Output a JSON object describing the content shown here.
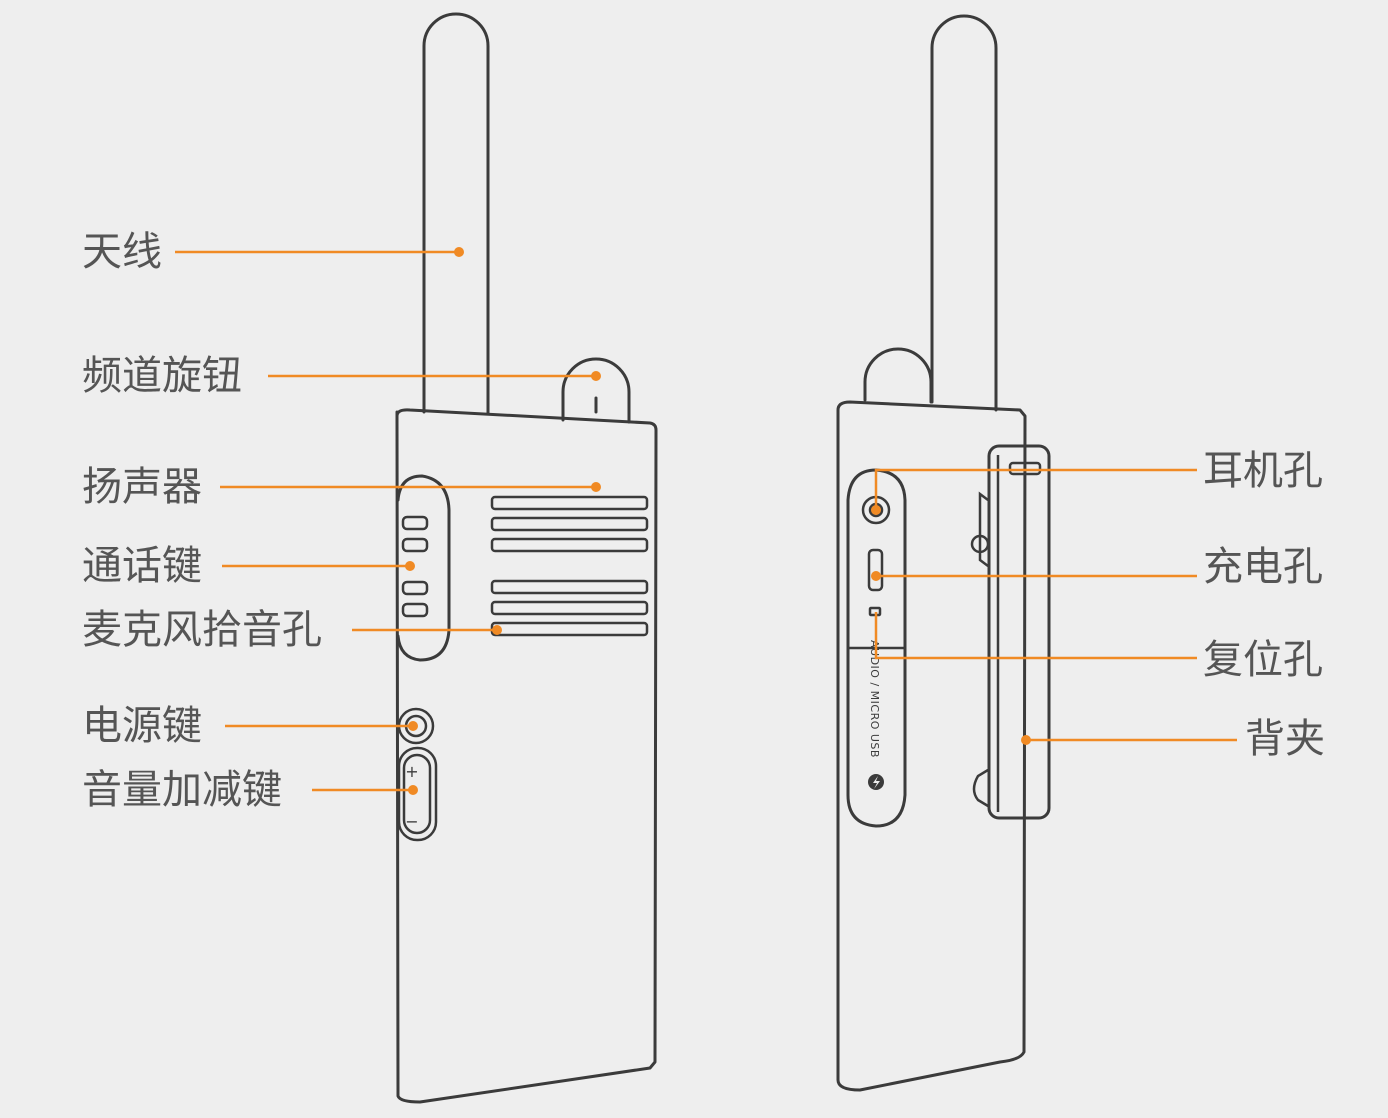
{
  "labels": {
    "antenna": "天线",
    "channel_knob": "频道旋钮",
    "speaker": "扬声器",
    "talk_key": "通话键",
    "mic_hole": "麦克风拾音孔",
    "power_key": "电源键",
    "volume_key": "音量加减键",
    "earphone_hole": "耳机孔",
    "charge_hole": "充电孔",
    "reset_hole": "复位孔",
    "back_clip": "背夹"
  },
  "port_text": "AUDIO / MICRO USB",
  "volume_plus": "+",
  "volume_minus": "−",
  "colors": {
    "background": "#eeeeee",
    "outline": "#3b3b3b",
    "leader": "#f08a24",
    "label_text": "#555555"
  }
}
